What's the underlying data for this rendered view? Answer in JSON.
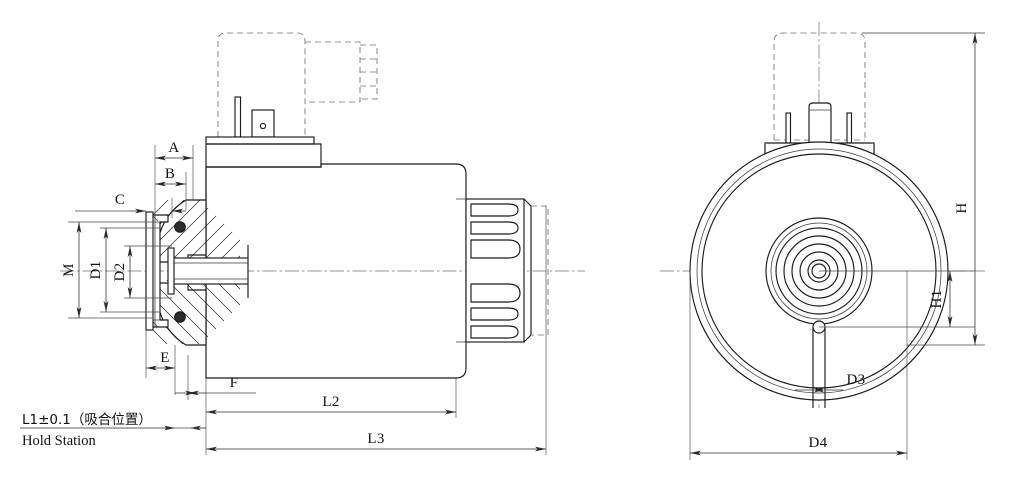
{
  "drawing": {
    "type": "engineering-orthographic-drawing",
    "subject": "solenoid coil assembly",
    "views": [
      {
        "name": "side-section-view",
        "position": "left"
      },
      {
        "name": "front-end-view",
        "position": "right"
      }
    ]
  },
  "dimensions": {
    "left_view": {
      "A": "A",
      "B": "B",
      "C": "C",
      "M": "M",
      "D1": "D1",
      "D2": "D2",
      "E": "E",
      "F": "F",
      "L2": "L2",
      "L3": "L3"
    },
    "right_view": {
      "H": "H",
      "H1": "H1",
      "D3": "D3",
      "D4": "D4"
    }
  },
  "notes": {
    "line1": "L1±0.1（吸合位置）",
    "line2": "Hold Station"
  },
  "colors": {
    "line": "#1a1a1a",
    "thin_line": "#3a3a3a",
    "hidden_line": "#707070",
    "center_line": "#707070",
    "dimension_line": "#2a2a2a",
    "background": "#ffffff",
    "oring_fill": "#2b2b2b"
  }
}
